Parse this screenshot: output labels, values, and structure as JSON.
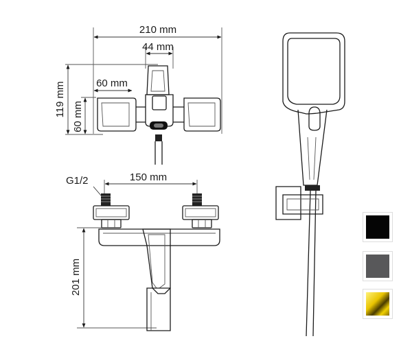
{
  "dimensions": {
    "top_width": "210 mm",
    "top_body": "44 mm",
    "top_handle": "60 mm",
    "top_height": "119 mm",
    "top_handle_height": "60 mm",
    "thread": "G1/2",
    "spacing": "150 mm",
    "front_height": "201 mm"
  },
  "finishes": [
    {
      "name": "black-finish",
      "color": "#050505"
    },
    {
      "name": "graphite-finish",
      "color": "#58585a"
    },
    {
      "name": "gold-finish",
      "color": "#e9c400"
    }
  ]
}
